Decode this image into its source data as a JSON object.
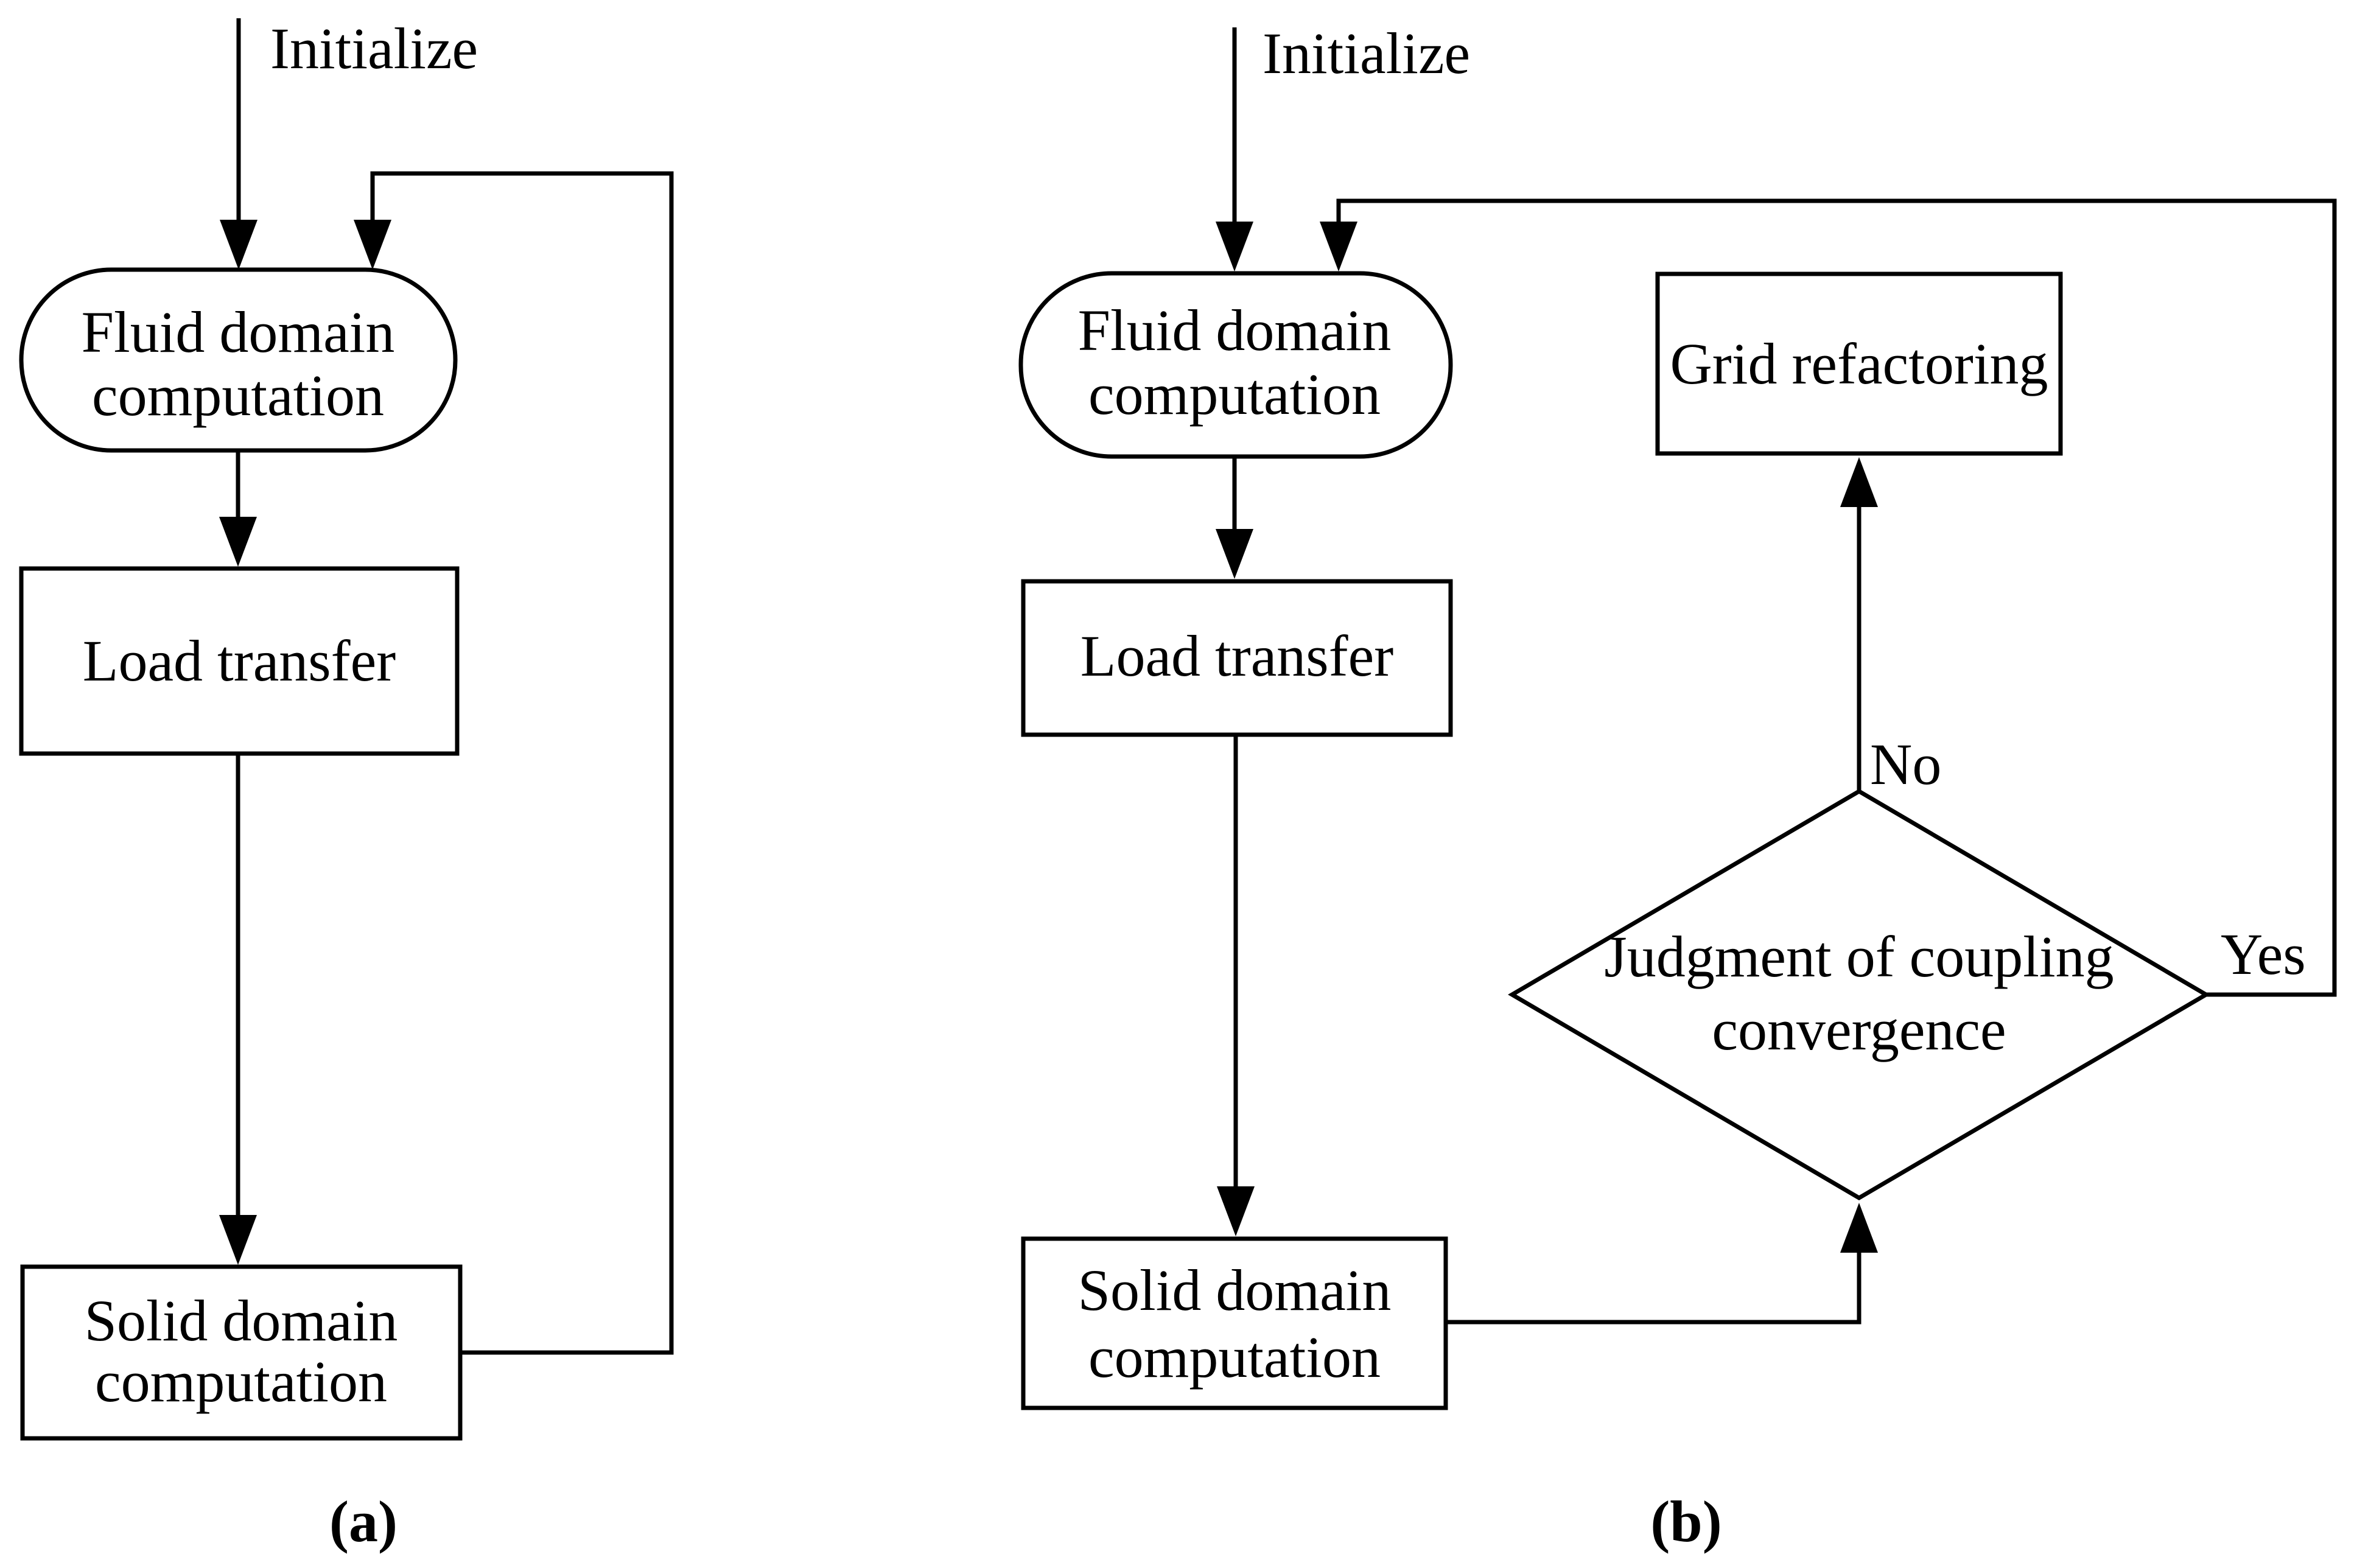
{
  "colors": {
    "ink": "#000000",
    "paper": "#ffffff"
  },
  "diagram_a": {
    "caption": "(a)",
    "start_label": "Initialize",
    "nodes": {
      "fluid": {
        "shape": "stadium",
        "line1": "Fluid domain",
        "line2": "computation"
      },
      "load": {
        "shape": "rect",
        "label": "Load transfer"
      },
      "solid": {
        "shape": "rect",
        "line1": "Solid domain",
        "line2": "computation"
      }
    }
  },
  "diagram_b": {
    "caption": "(b)",
    "start_label": "Initialize",
    "nodes": {
      "fluid": {
        "shape": "stadium",
        "line1": "Fluid domain",
        "line2": "computation"
      },
      "load": {
        "shape": "rect",
        "label": "Load transfer"
      },
      "solid": {
        "shape": "rect",
        "line1": "Solid domain",
        "line2": "computation"
      },
      "grid": {
        "shape": "rect",
        "label": "Grid refactoring"
      },
      "judgment": {
        "shape": "diamond",
        "line1": "Judgment of coupling",
        "line2": "convergence"
      }
    },
    "edge_labels": {
      "no": "No",
      "yes": "Yes"
    }
  }
}
